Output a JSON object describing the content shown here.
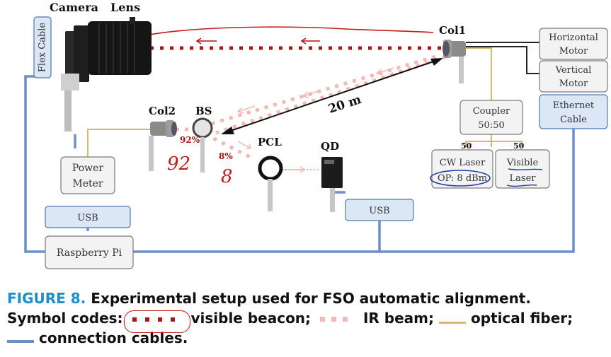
{
  "labels": {
    "camera": "Camera",
    "lens": "Lens",
    "flex_cable": "Flex Cable",
    "col1": "Col1",
    "col2": "Col2",
    "bs": "BS",
    "pcl": "PCL",
    "qd": "QD",
    "distance": "20 m",
    "pct_92": "92%",
    "pct_8": "8%",
    "hand_92": "92",
    "hand_8": "8"
  },
  "boxes": {
    "horizontal_motor": [
      "Horizontal",
      "Motor"
    ],
    "vertical_motor": [
      "Vertical",
      "Motor"
    ],
    "ethernet_cable": [
      "Ethernet",
      "Cable"
    ],
    "coupler": [
      "Coupler",
      "50:50"
    ],
    "cw_laser": [
      "CW Laser",
      "OP: 8 dBm"
    ],
    "visible_laser": [
      "Visible",
      "Laser"
    ],
    "power_meter": [
      "Power",
      "Meter"
    ],
    "usb_left": "USB",
    "usb_right": "USB",
    "raspberry_pi": "Raspberry Pi",
    "split_left": "50",
    "split_right": "50"
  },
  "caption": {
    "figure": "FIGURE 8.",
    "title": "Experimental setup used for FSO automatic alignment.",
    "symbol_codes": "Symbol codes:",
    "visible_beacon": "visible beacon;",
    "ir_beam": "IR beam;",
    "optical_fiber": "optical fiber;",
    "connection_cables": "connection cables."
  },
  "colors": {
    "visible_beacon": "#b01515",
    "ir_beam": "#f4b9b4",
    "optical_fiber": "#d6b96e",
    "connection_cable": "#6f8fc4",
    "figure_label": "#1c8fc8",
    "annotation_ink": "#c41a1a"
  }
}
